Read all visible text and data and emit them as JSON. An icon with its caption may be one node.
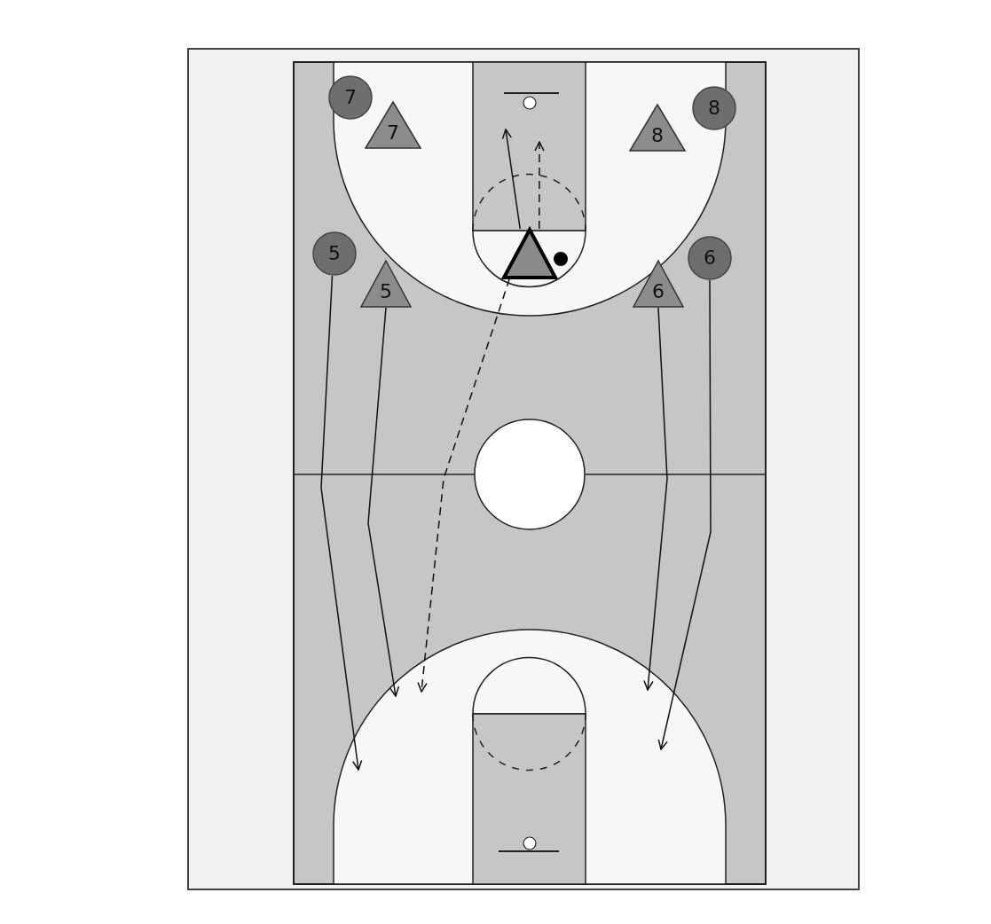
{
  "diagram": {
    "nodes": [
      {
        "text": [
          "7"
        ]
      },
      {
        "text": [
          "7"
        ]
      },
      {
        "text": [
          "8"
        ]
      },
      {
        "text": [
          "8"
        ]
      },
      {
        "text": [
          "5"
        ]
      },
      {
        "text": [
          "5"
        ]
      },
      {
        "text": [],
        "shape": "triangle"
      },
      {
        "text": [
          "6"
        ]
      },
      {
        "text": [
          "6"
        ]
      }
    ],
    "edges": [
      {
        "from": 6,
        "to": null,
        "arrow": "to"
      },
      {
        "from": 6,
        "to": null,
        "arrow": "to",
        "style": "dashed"
      },
      {
        "from": 4,
        "to": null,
        "arrow": "to"
      },
      {
        "from": 5,
        "to": null,
        "arrow": "to"
      },
      {
        "from": 6,
        "to": null,
        "arrow": "to",
        "style": "dashed"
      },
      {
        "from": 7,
        "to": null,
        "arrow": "to"
      },
      {
        "from": 8,
        "to": null,
        "arrow": "to"
      }
    ]
  }
}
